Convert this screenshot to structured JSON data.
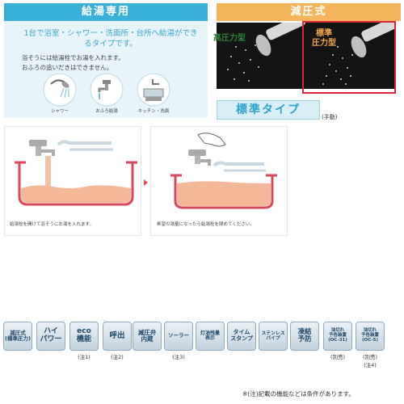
{
  "left_panel": {
    "header": "給湯専用",
    "description": "1台で浴室・シャワー・洗面所・台所へ給湯ができるタイプです。",
    "note_line1": "浴そうには給湯栓でお湯を入れます。",
    "note_line2": "おふろの追いだきはできません。",
    "uses": [
      {
        "label": "シャワー",
        "icon": "shower-icon"
      },
      {
        "label": "おふろ給湯",
        "icon": "bath-faucet-icon"
      },
      {
        "label": "キッチン・洗面",
        "icon": "sink-icon"
      }
    ]
  },
  "right_panel": {
    "header": "減圧式",
    "label_high_pressure": "高圧力型",
    "label_standard_pressure": "標準\n圧力型",
    "type_label": "標準タイプ",
    "manual_label": "(手動)"
  },
  "steps": [
    {
      "caption": "給湯栓を開けて浴そうにお湯を入れます。"
    },
    {
      "caption": "希望の湯量になったら給湯栓を閉めてください。"
    }
  ],
  "features": [
    {
      "label": "減圧式\n(標準圧力)",
      "note": ""
    },
    {
      "label": "ハイ\nパワー",
      "note": ""
    },
    {
      "label": "eco\n機能",
      "note": "(注1)"
    },
    {
      "label": "呼出",
      "note": "(注2)"
    },
    {
      "label": "減圧弁\n内蔵",
      "note": ""
    },
    {
      "label": "ソーラー",
      "note": "(注3)"
    },
    {
      "label": "灯油残量\n表示",
      "note": ""
    },
    {
      "label": "タイム\nスタンプ",
      "note": ""
    },
    {
      "label": "ステンレス\nパイプ",
      "note": ""
    },
    {
      "label": "凍結\n予防",
      "note": ""
    },
    {
      "label": "油切れ\n予告装置\n(OC-31)",
      "note": "(別売)"
    },
    {
      "label": "油切れ\n予告装置\n(OC-5)",
      "note": "(別売)\n(注4)"
    }
  ],
  "footnote": "※(注)記載の機能などは条件があります。",
  "colors": {
    "accent_blue": "#39b0d8",
    "accent_orange": "#f3b45a",
    "highlight_red": "#d7263d",
    "feature_text": "#1f4a6b"
  }
}
